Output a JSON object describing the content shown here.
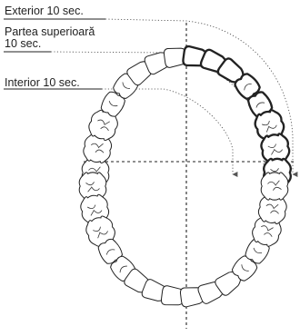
{
  "labels": {
    "outer": "Exterior 10 sec.",
    "occlusal_line1": "Partea superioară",
    "occlusal_line2": "10 sec.",
    "inner": "Interior 10 sec."
  }
}
